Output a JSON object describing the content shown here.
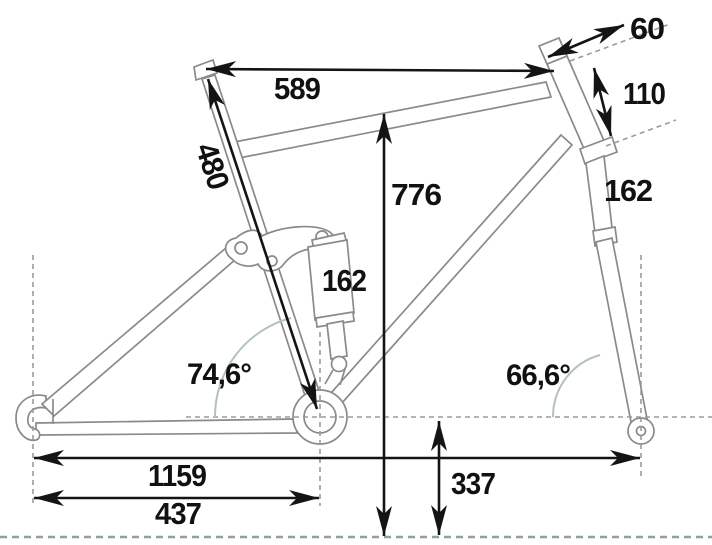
{
  "diagram": {
    "labels": {
      "seat_tube_length": "480",
      "top_horizontal": "589",
      "stem_spacer": "60",
      "head_tube_length": "110",
      "fork_length": "162",
      "stack_height": "776",
      "shock_length": "162",
      "seat_tube_angle": "74,6°",
      "head_tube_angle": "66,6°",
      "wheelbase": "1159",
      "chainstay_length": "437",
      "bb_height": "337"
    },
    "colors": {
      "frame": "#8a8a8a",
      "dimension": "#141414",
      "dashed": "#9b9b9b",
      "ground": "#8fa39c",
      "arc": "#b5c0c0"
    }
  }
}
